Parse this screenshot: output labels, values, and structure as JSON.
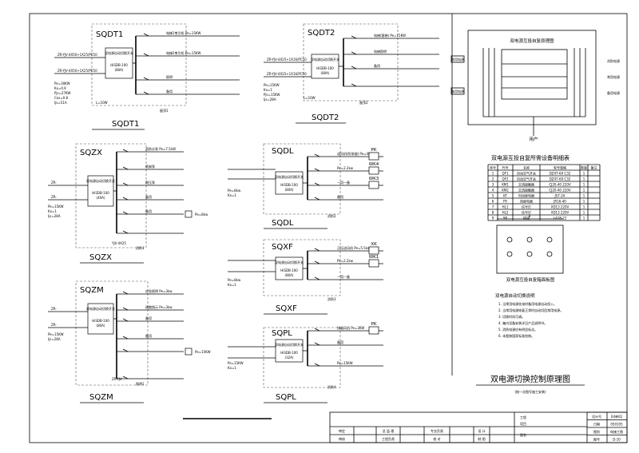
{
  "panels": {
    "SQDT1": {
      "name": "SQDT1",
      "caption": "SQDT1",
      "breaker": "HiSDB-100",
      "breaker_sub": "(80A)",
      "box_label": "双电源自动切换开关",
      "feeders": [
        "电梯1曳引机 Pe=15KW",
        "电梯2曳引机 Pe=15KW",
        "照明",
        "备用"
      ],
      "incoming": [
        "ZR-YJV-4X50+1X25/PC50",
        "ZR-YJV-4X50+1X25/PC50"
      ],
      "params": [
        "Pe=30KW",
        "Kx=0.9",
        "Pjs=27KW",
        "Cos=0.8",
        "Ijs=51A"
      ],
      "tag": "L=10W",
      "floor": "屋顶1"
    },
    "SQDT2": {
      "name": "SQDT2",
      "caption": "SQDT2",
      "breaker": "HiSDB-100",
      "breaker_sub": "(80A)",
      "box_label": "双电源自动切换开关",
      "feeders": [
        "电梯(客梯) Pe=15KW",
        "电梯照明",
        "备用"
      ],
      "incoming": [
        "ZR-YJV-4X25+1X16/PC50",
        "ZR-YJV-4X25+1X16/PC50"
      ],
      "params": [
        "Pe=15KW",
        "Kx=1",
        "Pjs=15KW",
        "Ijs=28A"
      ],
      "tag": "L=10W",
      "floor": "屋顶2"
    },
    "SQZX": {
      "name": "SQZX",
      "caption": "SQZX",
      "breaker": "HiSDB-100",
      "breaker_sub": "(40A)",
      "box_label": "双电源自动切换开关",
      "feeders": [
        "消防水泵 Pe=7.5kW",
        "喷淋泵",
        "稳压泵",
        "备用",
        "备用"
      ],
      "load": "Pe=8kw",
      "incoming": [
        "ZR-",
        "ZR-"
      ],
      "params": [
        "Pe=15KW",
        "Kx=1",
        "Ijs=28A"
      ],
      "tag": "YJV-4X25",
      "floor": "消防1"
    },
    "SQZM": {
      "name": "SQZM",
      "caption": "SQZM",
      "breaker": "HiSDB-100",
      "breaker_sub": "(80A)",
      "box_label": "双电源自动切换开关",
      "feeders": [
        "应急照明 Pe=3kw",
        "疏散指示 Pe=3kw",
        "备用",
        "备用"
      ],
      "load": "Pe=15KW",
      "incoming": [
        "ZR-",
        "ZR-"
      ],
      "params": [
        "Pe=15KW",
        "Ijs=28A"
      ],
      "tag": "ZR-YJV",
      "floor": "照明1"
    },
    "SQDL": {
      "name": "SQDL",
      "caption": "SQDL",
      "breaker": "HiSDB-100",
      "breaker_sub": "(80A)",
      "box_label": "双电源自动切换开关",
      "feeders": [
        "送风机(防排烟) Pe=4kW",
        "Pe=2.2kw",
        "一用一备",
        "备用"
      ],
      "codes": [
        "PK",
        "WK4",
        "WK3"
      ],
      "params": [
        "Pe=8kw",
        "Kx=1"
      ],
      "floor": "消防2"
    },
    "SQXF": {
      "name": "SQXF",
      "caption": "SQXF",
      "breaker": "HiSDB-100",
      "breaker_sub": "(80A)",
      "box_label": "双电源自动切换开关",
      "feeders": [
        "正压送风机 Pe=5.5kw",
        "Pe=2.2kw",
        "一用一备"
      ],
      "codes": [
        "XK",
        "WK1"
      ],
      "params": [
        "Pe=8kw",
        "Kx=1"
      ],
      "floor": "消防3"
    },
    "SQPL": {
      "name": "SQPL",
      "caption": "SQPL",
      "breaker": "HiSDB-100",
      "breaker_sub": "(32A)",
      "box_label": "双电源自动切换开关",
      "feeders": [
        "排烟风机 Pe=3KW",
        "备用",
        "Pe=15KW"
      ],
      "codes": [
        "PK"
      ],
      "params": [
        "Pe=15KW",
        "Kx=1"
      ],
      "floor": "消防4"
    }
  },
  "right": {
    "schematic_title": "双电源互投自复原理图",
    "sources": [
      "常用电源",
      "备用电源"
    ],
    "right_labels": [
      "消防电源",
      "常用电源",
      "备用电源"
    ],
    "load_label": "用户",
    "table_title": "双电源互投自复所需设备明细表",
    "table_header": [
      "序号",
      "代号",
      "名称",
      "型号规格",
      "数量",
      "备注"
    ],
    "table_rows": [
      [
        "1",
        "QF1",
        "自动空气开关",
        "DZ47-60 C32",
        "1",
        ""
      ],
      [
        "2",
        "QF2",
        "自动空气开关",
        "DZ47-60 C32",
        "1",
        ""
      ],
      [
        "3",
        "KM1",
        "交流接触器",
        "CJ20-40 220V",
        "1",
        ""
      ],
      [
        "4",
        "KM2",
        "交流接触器",
        "CJ20-40 220V",
        "1",
        ""
      ],
      [
        "5",
        "KT",
        "时间继电器",
        "JS7-2A",
        "1",
        ""
      ],
      [
        "6",
        "FR",
        "热继电器",
        "JR16-40",
        "1",
        ""
      ],
      [
        "7",
        "HL1",
        "信号灯",
        "XD13 220V",
        "1",
        ""
      ],
      [
        "8",
        "HL2",
        "信号灯",
        "XD13 220V",
        "1",
        ""
      ],
      [
        "9",
        "SB",
        "按钮",
        "LA18-22",
        "1",
        ""
      ]
    ],
    "cabinet_dim": "B",
    "cabinet_title": "双电源互投自复箱面板图",
    "notes_title": "双电源自动切换说明",
    "notes": [
      "1. 当常用电源失电时备用电源自动投入。",
      "2. 当常用电源恢复正常时自动切回常用电源。",
      "3. 切换时间可调。",
      "4. 箱内设备安装详见产品说明书。",
      "5. 消防电源应有明显标志。",
      "6. 本图按国家标准绘制。"
    ],
    "main_title": "双电源切换控制原理图",
    "main_subtitle": "(按一次图号施工安装)"
  },
  "title_block": {
    "rows": [
      [
        "审定",
        "",
        "总 监 理",
        "",
        "专业负责",
        "",
        "设 计",
        ""
      ],
      [
        "审核",
        "",
        "工程负责",
        "",
        "校 对",
        "",
        "制 图",
        ""
      ]
    ],
    "project_label": "工程",
    "item_label": "项目",
    "drawing_label": "图名",
    "right_fields": [
      [
        "设计号",
        "04单02"
      ],
      [
        "日期",
        "050105"
      ],
      [
        "图别",
        "电施工图"
      ],
      [
        "图号",
        "D-10"
      ]
    ]
  }
}
